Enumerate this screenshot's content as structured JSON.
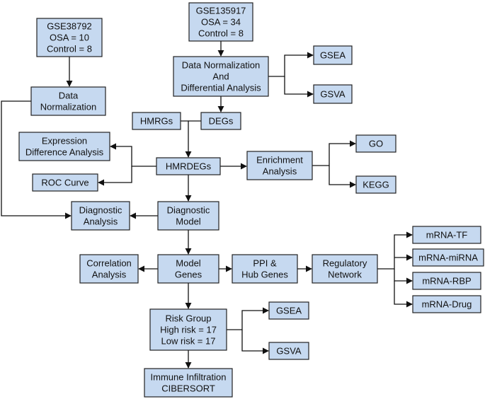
{
  "flowchart": {
    "nodes": [
      {
        "id": "gse38792",
        "lines": [
          "GSE38792",
          "OSA = 10",
          "Control = 8"
        ]
      },
      {
        "id": "gse135917",
        "lines": [
          "GSE135917",
          "OSA = 34",
          "Control = 8"
        ]
      },
      {
        "id": "data_norm_diff",
        "lines": [
          "Data Normalization",
          "And",
          "Differential Analysis"
        ]
      },
      {
        "id": "gsea_top",
        "lines": [
          "GSEA"
        ]
      },
      {
        "id": "gsva_top",
        "lines": [
          "GSVA"
        ]
      },
      {
        "id": "data_norm",
        "lines": [
          "Data",
          "Normalization"
        ]
      },
      {
        "id": "hmrgs",
        "lines": [
          "HMRGs"
        ]
      },
      {
        "id": "degs",
        "lines": [
          "DEGs"
        ]
      },
      {
        "id": "expr_diff",
        "lines": [
          "Expression",
          "Difference Analysis"
        ]
      },
      {
        "id": "hmrdegs",
        "lines": [
          "HMRDEGs"
        ]
      },
      {
        "id": "enrichment",
        "lines": [
          "Enrichment",
          "Analysis"
        ]
      },
      {
        "id": "go",
        "lines": [
          "GO"
        ]
      },
      {
        "id": "kegg",
        "lines": [
          "KEGG"
        ]
      },
      {
        "id": "roc",
        "lines": [
          "ROC Curve"
        ]
      },
      {
        "id": "diag_analysis",
        "lines": [
          "Diagnostic",
          "Analysis"
        ]
      },
      {
        "id": "diag_model",
        "lines": [
          "Diagnostic",
          "Model"
        ]
      },
      {
        "id": "correlation",
        "lines": [
          "Correlation",
          "Analysis"
        ]
      },
      {
        "id": "model_genes",
        "lines": [
          "Model",
          "Genes"
        ]
      },
      {
        "id": "ppi",
        "lines": [
          "PPI &",
          "Hub Genes"
        ]
      },
      {
        "id": "regulatory",
        "lines": [
          "Regulatory",
          "Network"
        ]
      },
      {
        "id": "mrna_tf",
        "lines": [
          "mRNA-TF"
        ]
      },
      {
        "id": "mrna_mirna",
        "lines": [
          "mRNA-miRNA"
        ]
      },
      {
        "id": "mrna_rbp",
        "lines": [
          "mRNA-RBP"
        ]
      },
      {
        "id": "mrna_drug",
        "lines": [
          "mRNA-Drug"
        ]
      },
      {
        "id": "risk_group",
        "lines": [
          "Risk Group",
          "High risk = 17",
          "Low risk = 17"
        ]
      },
      {
        "id": "gsea_bottom",
        "lines": [
          "GSEA"
        ]
      },
      {
        "id": "gsva_bottom",
        "lines": [
          "GSVA"
        ]
      },
      {
        "id": "immune",
        "lines": [
          "Immune Infiltration",
          "CIBERSORT"
        ]
      }
    ],
    "edges": [
      [
        "gse38792",
        "data_norm"
      ],
      [
        "gse135917",
        "data_norm_diff"
      ],
      [
        "data_norm_diff",
        "gsea_top"
      ],
      [
        "data_norm_diff",
        "gsva_top"
      ],
      [
        "data_norm_diff",
        "degs"
      ],
      [
        "hmrgs",
        "hmrdegs"
      ],
      [
        "degs",
        "hmrdegs"
      ],
      [
        "hmrdegs",
        "expr_diff"
      ],
      [
        "hmrdegs",
        "roc"
      ],
      [
        "hmrdegs",
        "enrichment"
      ],
      [
        "enrichment",
        "go"
      ],
      [
        "enrichment",
        "kegg"
      ],
      [
        "hmrdegs",
        "diag_model"
      ],
      [
        "data_norm",
        "diag_analysis"
      ],
      [
        "diag_model",
        "diag_analysis"
      ],
      [
        "diag_model",
        "model_genes"
      ],
      [
        "model_genes",
        "correlation"
      ],
      [
        "model_genes",
        "ppi"
      ],
      [
        "ppi",
        "regulatory"
      ],
      [
        "regulatory",
        "mrna_tf"
      ],
      [
        "regulatory",
        "mrna_mirna"
      ],
      [
        "regulatory",
        "mrna_rbp"
      ],
      [
        "regulatory",
        "mrna_drug"
      ],
      [
        "model_genes",
        "risk_group"
      ],
      [
        "risk_group",
        "gsea_bottom"
      ],
      [
        "risk_group",
        "gsva_bottom"
      ],
      [
        "risk_group",
        "immune"
      ]
    ]
  },
  "colors": {
    "box_fill": "#c6d9f0",
    "box_stroke": "#222222",
    "line": "#111111"
  }
}
